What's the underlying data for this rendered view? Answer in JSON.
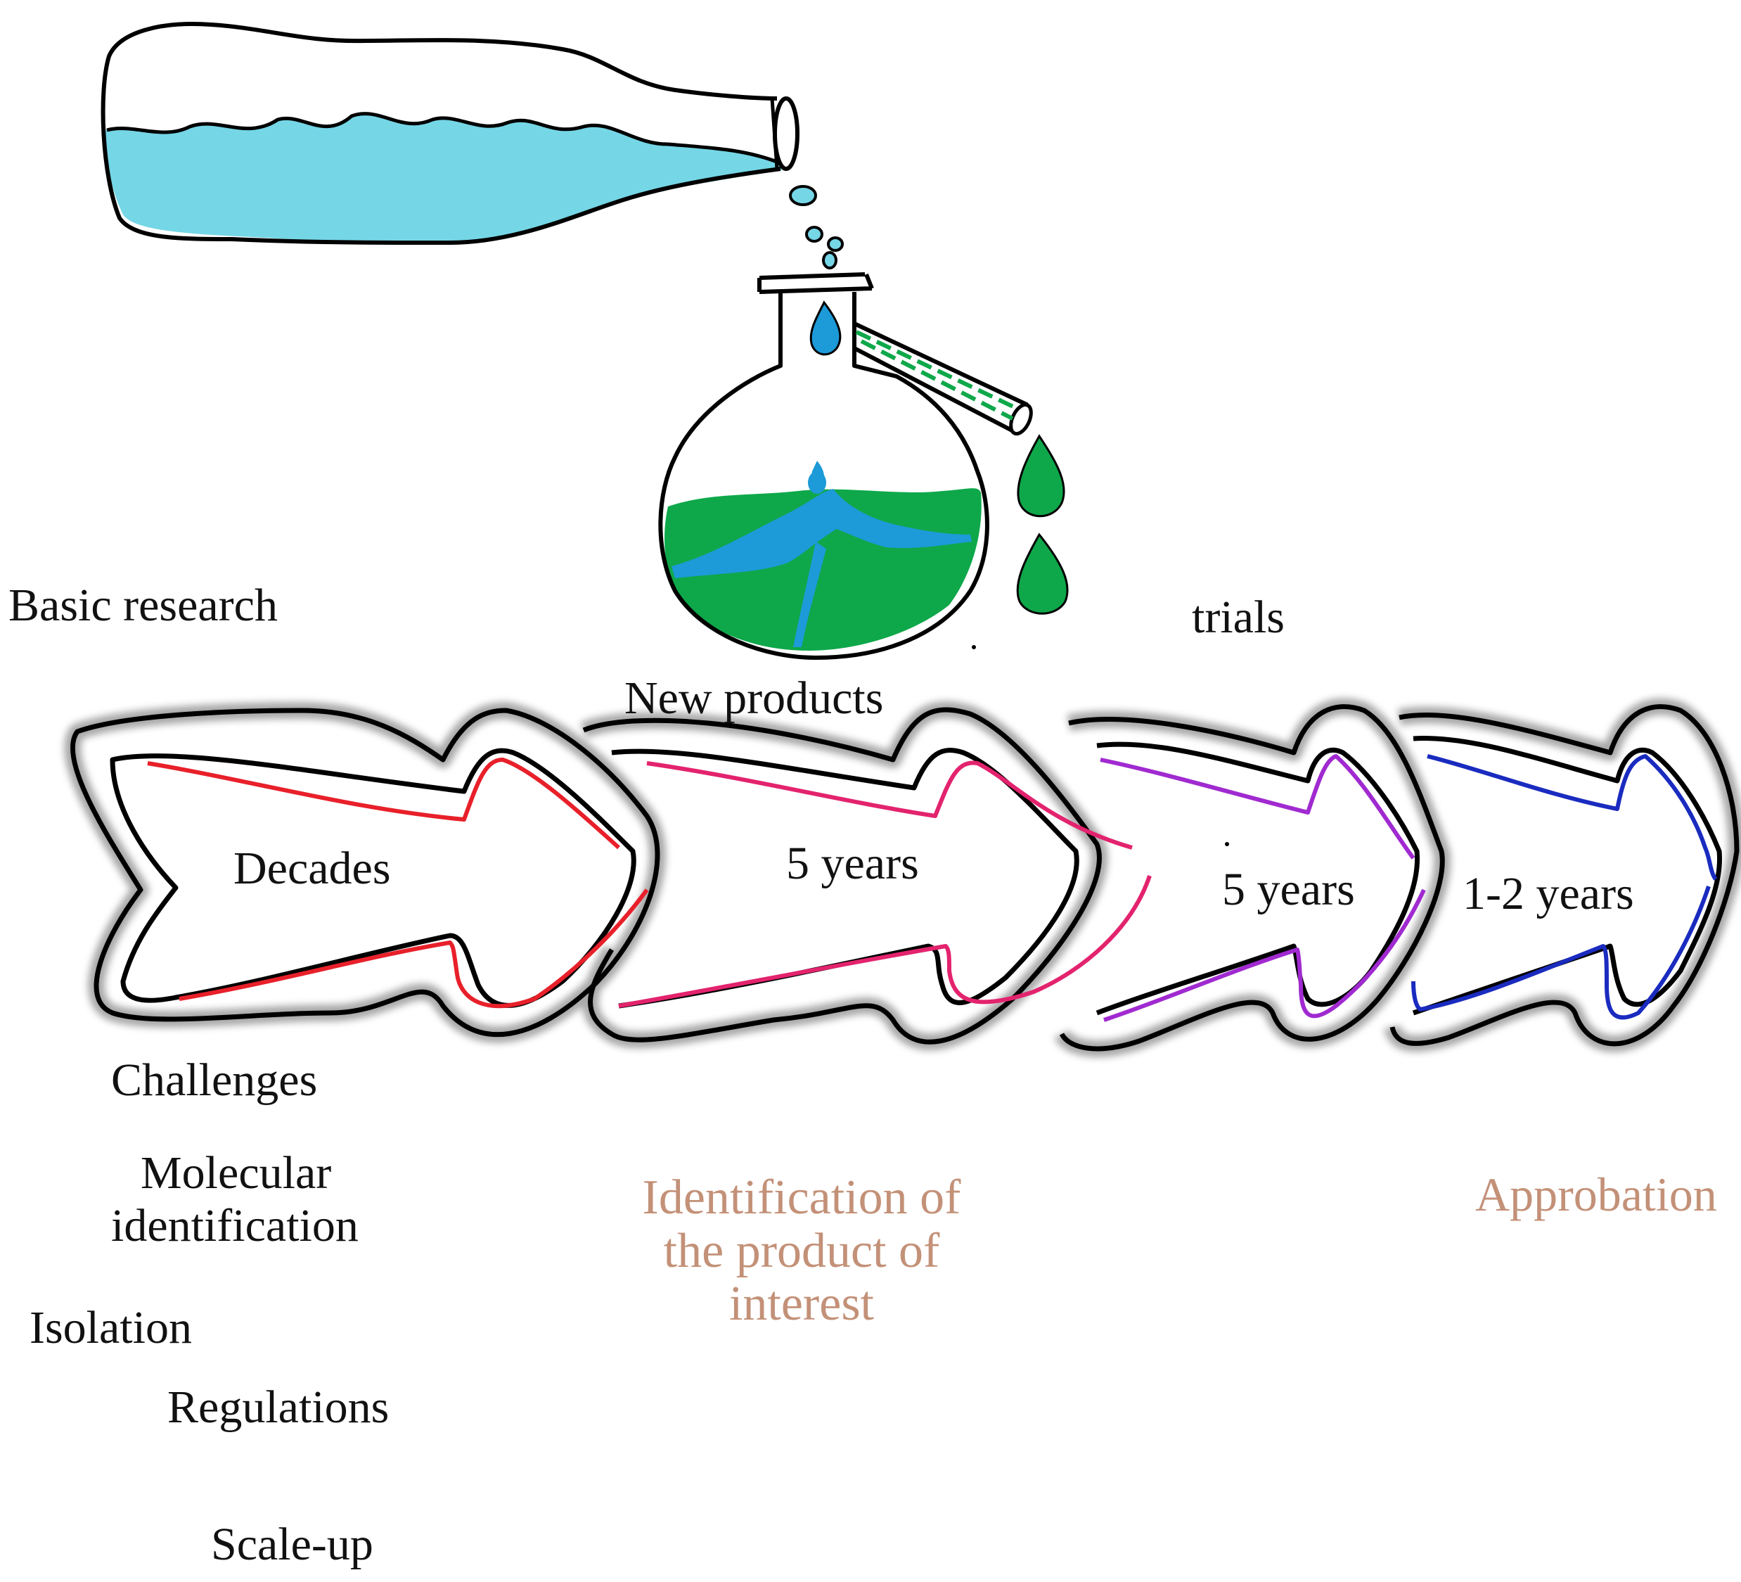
{
  "labels": {
    "basic_research": "Basic research",
    "new_products": "New products",
    "trials": "trials",
    "challenges": "Challenges",
    "molecular": "Molecular",
    "identification": "identification",
    "isolation": "Isolation",
    "regulations": "Regulations",
    "scale_up": "Scale-up"
  },
  "stages": [
    {
      "duration": "Decades",
      "accent": "#e8202a"
    },
    {
      "duration": "5 years",
      "accent": "#e3236e"
    },
    {
      "duration": "5 years",
      "accent": "#a02ad0"
    },
    {
      "duration": "1-2 years",
      "accent": "#1a2bbf"
    }
  ],
  "highlights": {
    "product_line1": "Identification of",
    "product_line2": "the product of",
    "product_line3": "interest",
    "approbation": "Approbation"
  },
  "colors": {
    "bottle_liquid": "#75d6e6",
    "flask_green": "#0ea84a",
    "flask_blue": "#1d9ad8",
    "highlight_text": "#c39178"
  }
}
